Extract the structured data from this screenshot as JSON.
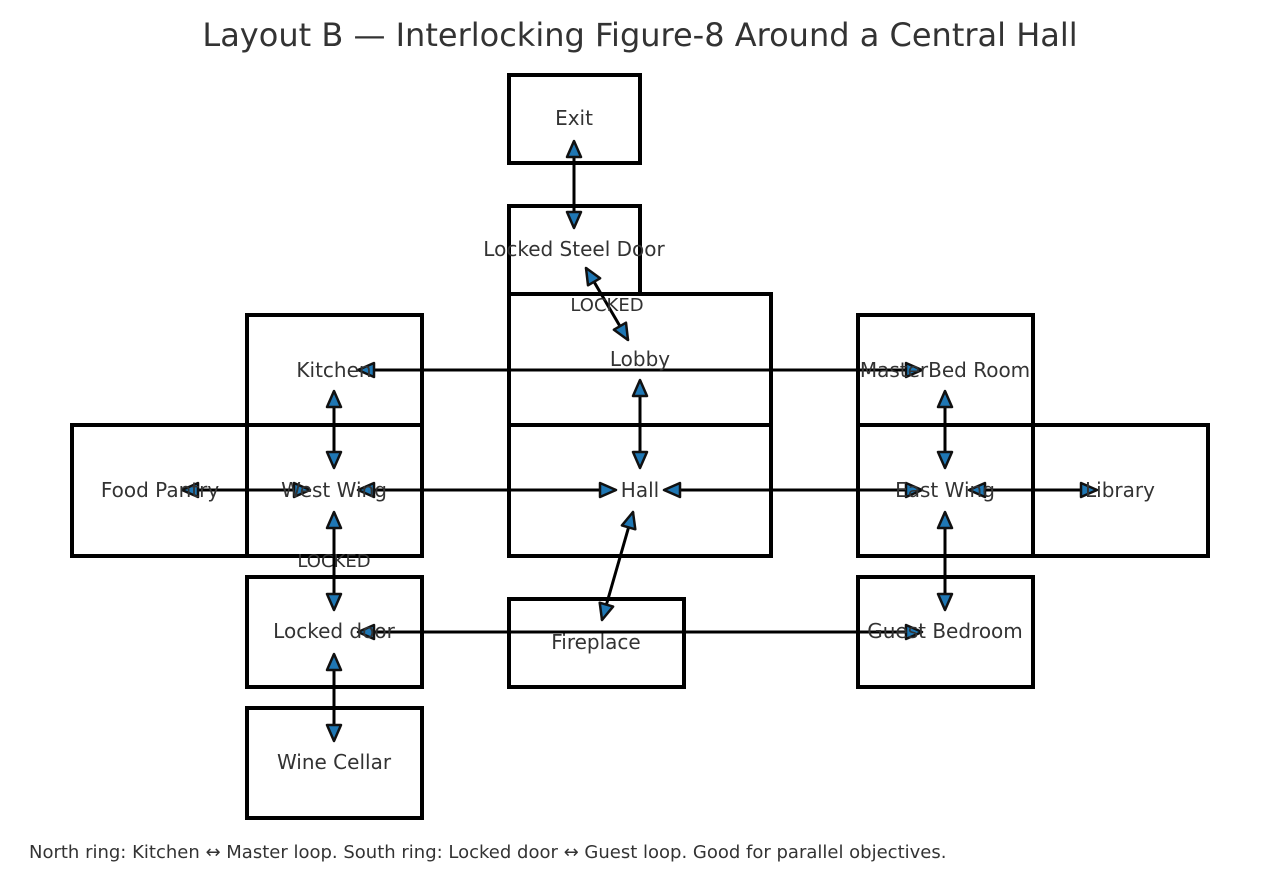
{
  "title": "Layout B — Interlocking Figure-8 Around a Central Hall",
  "rooms": {
    "exit": "Exit",
    "locked_steel_door": "Locked Steel Door",
    "lobby": "Lobby",
    "kitchen": "Kitchen",
    "master_bed_room": "MasterBed Room",
    "food_pantry": "Food Pantry",
    "west_wing": "West Wing",
    "hall": "Hall",
    "east_wing": "East Wing",
    "library": "Library",
    "locked_door": "Locked door",
    "fireplace": "Fireplace",
    "guest_bedroom": "Guest Bedroom",
    "wine_cellar": "Wine Cellar"
  },
  "locked_labels": {
    "steel_door_lobby": "LOCKED",
    "west_wing_locked_door": "LOCKED"
  },
  "note": "North ring: Kitchen ↔ Master loop. South ring: Locked door ↔ Guest loop. Good for parallel objectives.",
  "colors": {
    "arrow_fill": "#1f77b4",
    "box_stroke": "#000000",
    "text": "#333333"
  }
}
